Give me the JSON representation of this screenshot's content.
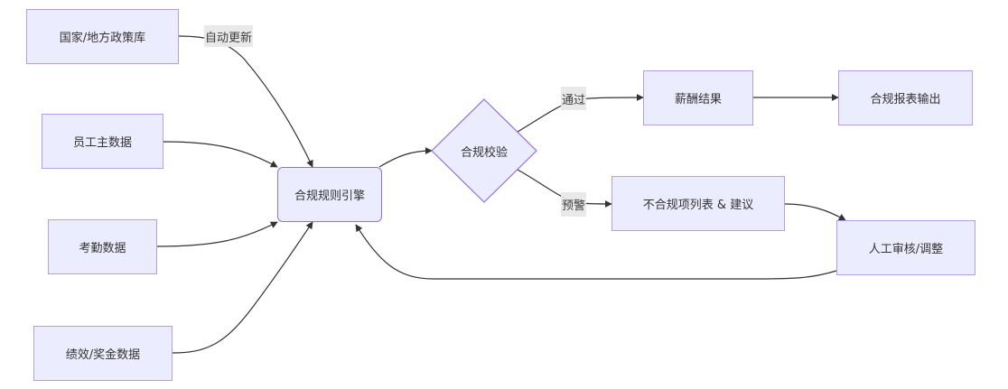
{
  "diagram": {
    "type": "flowchart",
    "direction": "LR",
    "colors": {
      "node_fill": "#ececff",
      "node_border": "#b69ee6",
      "edge": "#333333",
      "edge_label_bg": "#e8e8e8",
      "text": "#333333"
    },
    "nodes": {
      "policy_db": {
        "label": "国家/地方政策库",
        "shape": "rect"
      },
      "employee_master": {
        "label": "员工主数据",
        "shape": "rect"
      },
      "attendance": {
        "label": "考勤数据",
        "shape": "rect"
      },
      "performance_bonus": {
        "label": "绩效/奖金数据",
        "shape": "rect"
      },
      "rule_engine": {
        "label": "合规规则引擎",
        "shape": "rounded-rect"
      },
      "compliance_check": {
        "label": "合规校验",
        "shape": "diamond"
      },
      "payroll_result": {
        "label": "薪酬结果",
        "shape": "rect"
      },
      "compliance_report": {
        "label": "合规报表输出",
        "shape": "rect"
      },
      "noncompliance_list": {
        "label": "不合规项列表 & 建议",
        "shape": "rect"
      },
      "manual_review": {
        "label": "人工审核/调整",
        "shape": "rect"
      }
    },
    "edges": [
      {
        "from": "policy_db",
        "to": "rule_engine",
        "label": "自动更新"
      },
      {
        "from": "employee_master",
        "to": "rule_engine",
        "label": ""
      },
      {
        "from": "attendance",
        "to": "rule_engine",
        "label": ""
      },
      {
        "from": "performance_bonus",
        "to": "rule_engine",
        "label": ""
      },
      {
        "from": "rule_engine",
        "to": "compliance_check",
        "label": ""
      },
      {
        "from": "compliance_check",
        "to": "payroll_result",
        "label": "通过"
      },
      {
        "from": "payroll_result",
        "to": "compliance_report",
        "label": ""
      },
      {
        "from": "compliance_check",
        "to": "noncompliance_list",
        "label": "预警"
      },
      {
        "from": "noncompliance_list",
        "to": "manual_review",
        "label": ""
      },
      {
        "from": "manual_review",
        "to": "rule_engine",
        "label": ""
      }
    ],
    "edge_labels": {
      "auto_update": "自动更新",
      "pass": "通过",
      "warning": "预警"
    }
  }
}
